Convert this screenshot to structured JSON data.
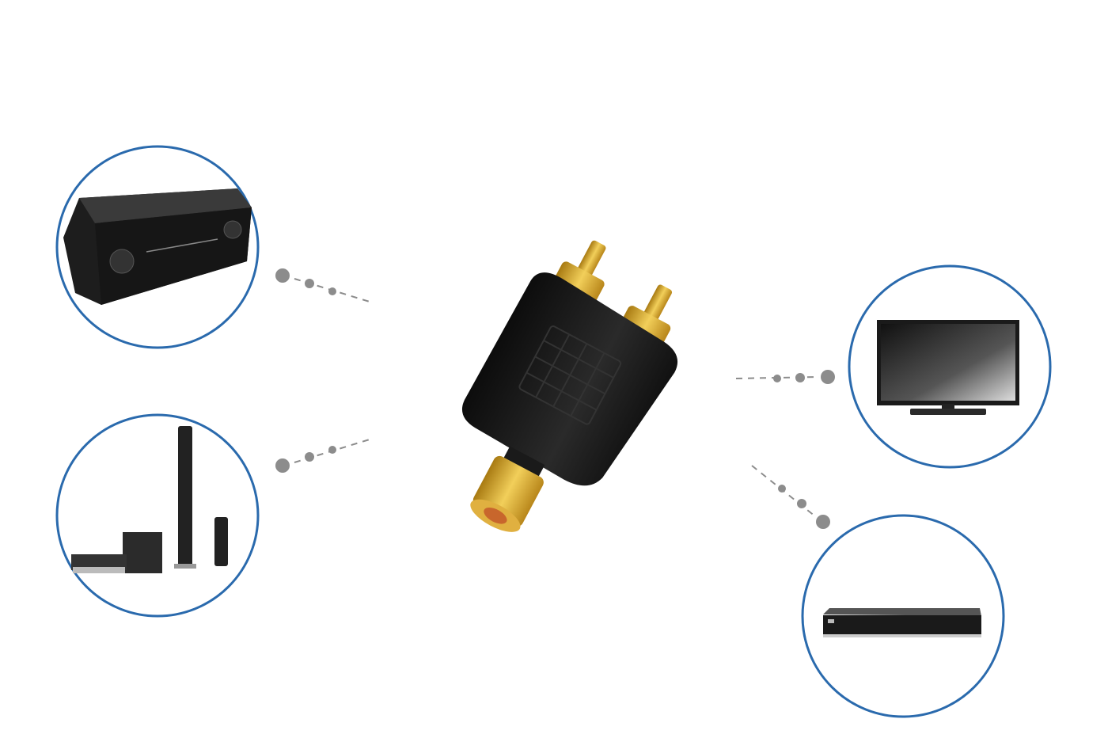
{
  "colors": {
    "circle_stroke": "#2a6aad",
    "connector_dots": "#8c8c8c",
    "adapter_body": "#1b1b1b",
    "gold": "#d4a62a"
  },
  "devices": [
    {
      "name": "av-receiver",
      "icon": "av-receiver-icon"
    },
    {
      "name": "home-theater-speakers",
      "icon": "speakers-icon"
    },
    {
      "name": "television",
      "icon": "tv-icon"
    },
    {
      "name": "dvd-player",
      "icon": "dvd-player-icon"
    }
  ],
  "center_product": {
    "icon": "rca-y-splitter-adapter-icon"
  }
}
